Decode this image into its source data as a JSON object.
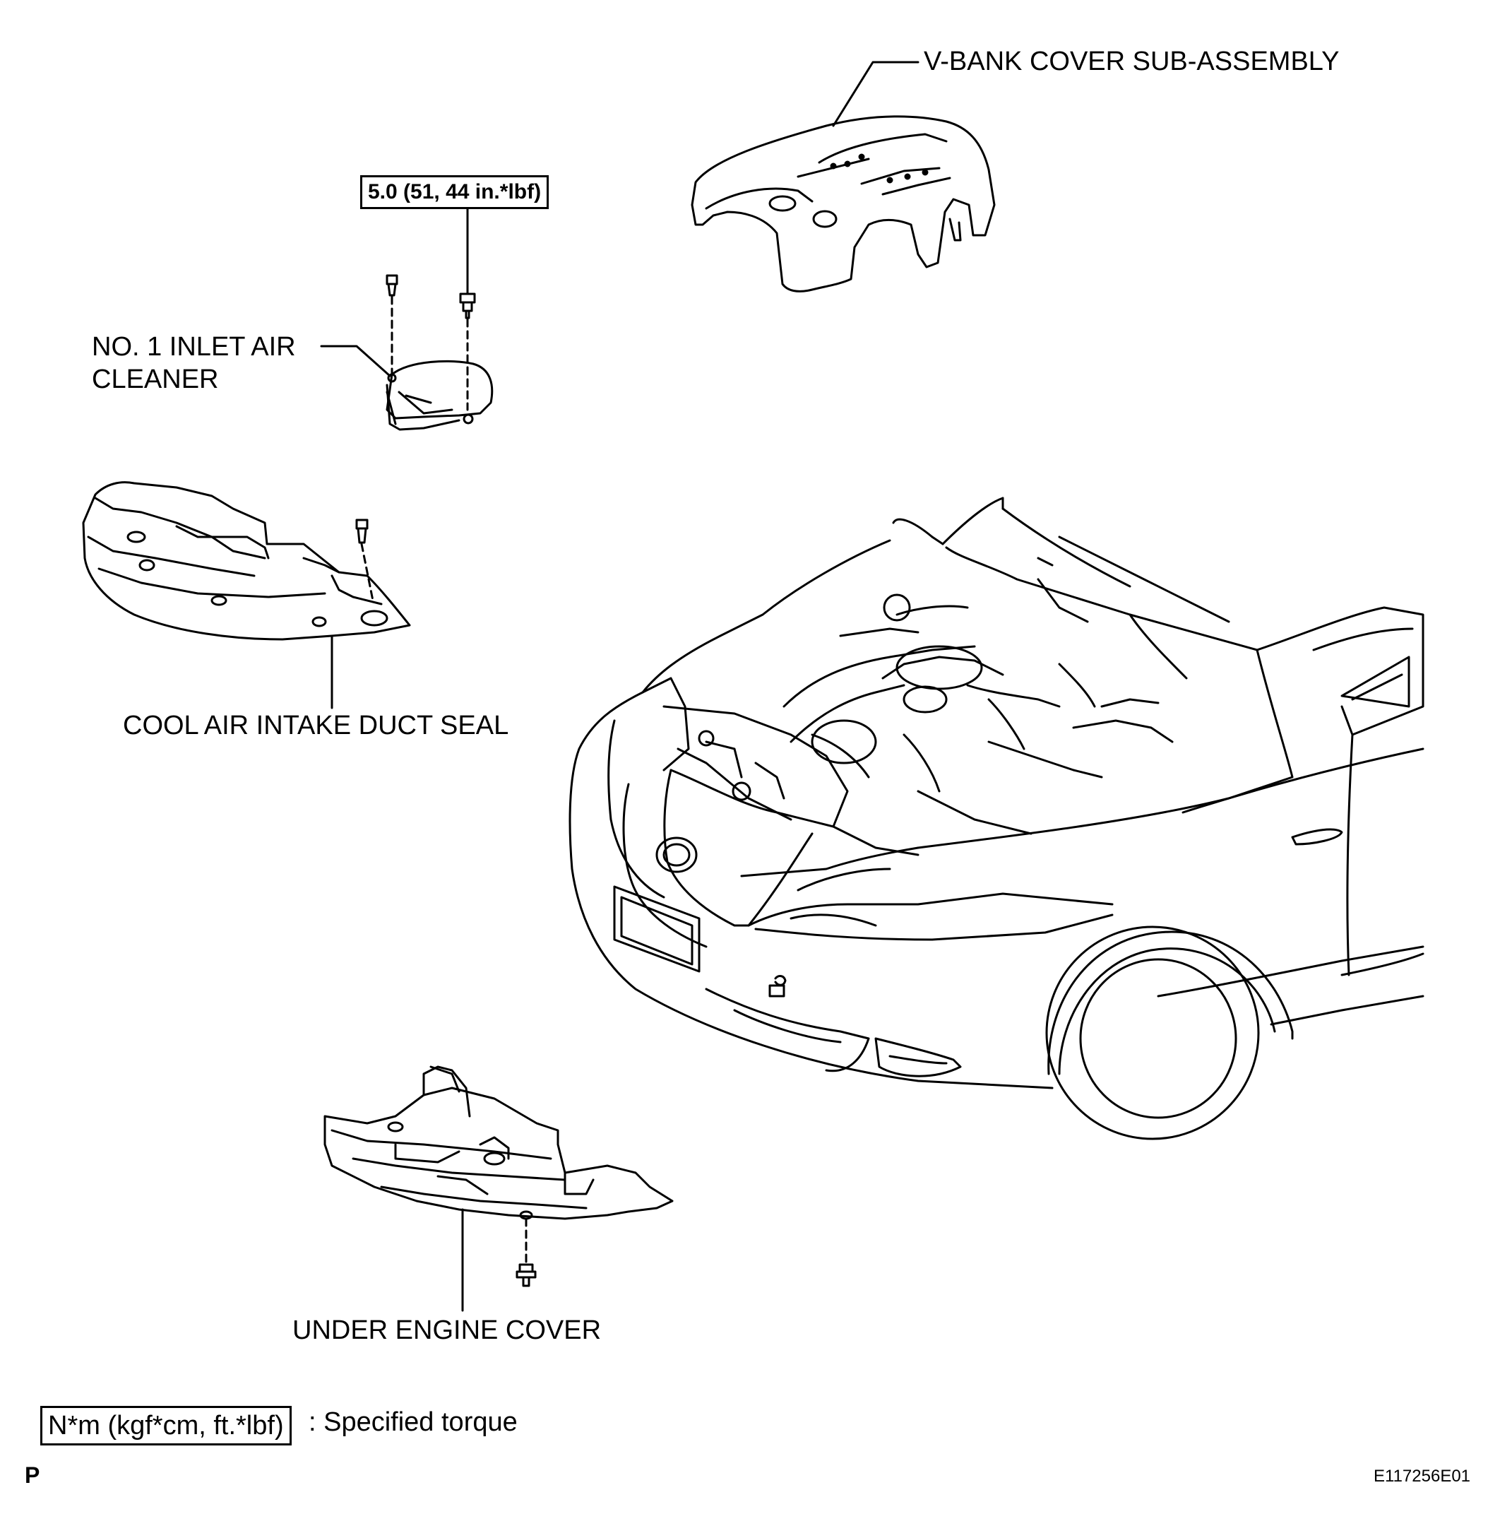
{
  "parts": {
    "v_bank_cover": "V-BANK COVER SUB-ASSEMBLY",
    "inlet_air_cleaner_line1": "NO. 1 INLET AIR",
    "inlet_air_cleaner_line2": "CLEANER",
    "cool_air_duct_seal": "COOL AIR INTAKE DUCT SEAL",
    "under_engine_cover": "UNDER ENGINE COVER"
  },
  "torque": {
    "bolt_spec": "5.0 (51, 44 in.*lbf)"
  },
  "legend": {
    "torque_units": "N*m (kgf*cm, ft.*lbf)",
    "torque_desc": ": Specified torque"
  },
  "corner": {
    "left_letter": "P",
    "figure_id": "E117256E01"
  },
  "colors": {
    "line": "#000000",
    "background": "#ffffff"
  }
}
